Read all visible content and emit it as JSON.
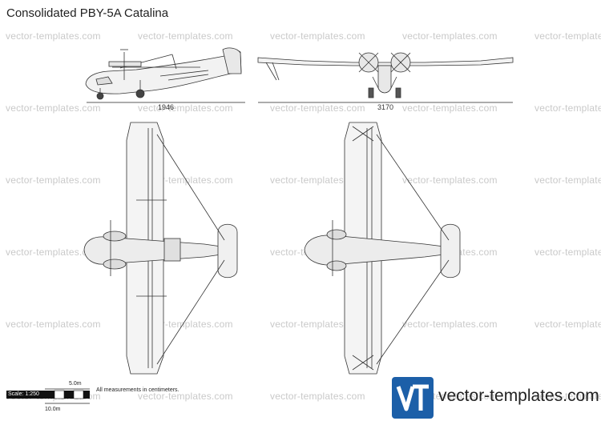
{
  "title": "Consolidated PBY-5A Catalina",
  "watermark_text": "vector-templates.com",
  "dimensions": {
    "side_length": "1946",
    "front_span": "3170"
  },
  "scale": {
    "label": "Scale: 1:250",
    "top_mark": "5.0m",
    "bottom_mark": "10.0m"
  },
  "note": "All measurements in centimeters.",
  "logo": {
    "wordmark": "vector-templates.com",
    "brand_color": "#1c5fa8"
  }
}
